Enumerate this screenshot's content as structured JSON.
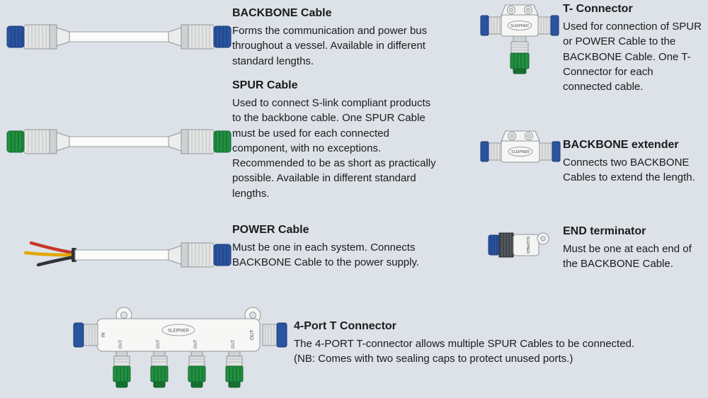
{
  "brand": "SLEIPNER",
  "port_labels": {
    "in": "IN",
    "out": "OUT"
  },
  "colors": {
    "background": "#dce2e7",
    "connector_blue": "#2a54a0",
    "connector_green": "#21913f",
    "wire_red": "#c9372a",
    "wire_yellow": "#e0a800",
    "wire_black": "#2f3337",
    "text": "#1b1b1b"
  },
  "sections": {
    "backbone_cable": {
      "title": "BACKBONE Cable",
      "description": "Forms the communication and power bus throughout a vessel. Available in different standard lengths."
    },
    "spur_cable": {
      "title": "SPUR Cable",
      "description": "Used to connect S-link compliant products to the backbone cable. One SPUR Cable must be used for each connected component, with no exceptions. Recommended to be as short as practically possible. Available in different standard lengths."
    },
    "power_cable": {
      "title": "POWER Cable",
      "description": "Must be one in each system. Connects BACKBONE Cable to the power supply."
    },
    "t_connector": {
      "title": "T- Connector",
      "description": "Used for connection of SPUR or POWER Cable to the BACKBONE Cable. One T-Connector for each connected cable."
    },
    "backbone_extender": {
      "title": "BACKBONE extender",
      "description": "Connects two BACKBONE Cables to extend the length."
    },
    "end_terminator": {
      "title": "END terminator",
      "description": "Must be one at each end of the BACKBONE Cable."
    },
    "four_port": {
      "title": "4-Port T Connector",
      "description": "The 4-PORT T-connector allows multiple SPUR Cables to be connected. (NB: Comes with two sealing caps to protect unused ports.)"
    }
  }
}
